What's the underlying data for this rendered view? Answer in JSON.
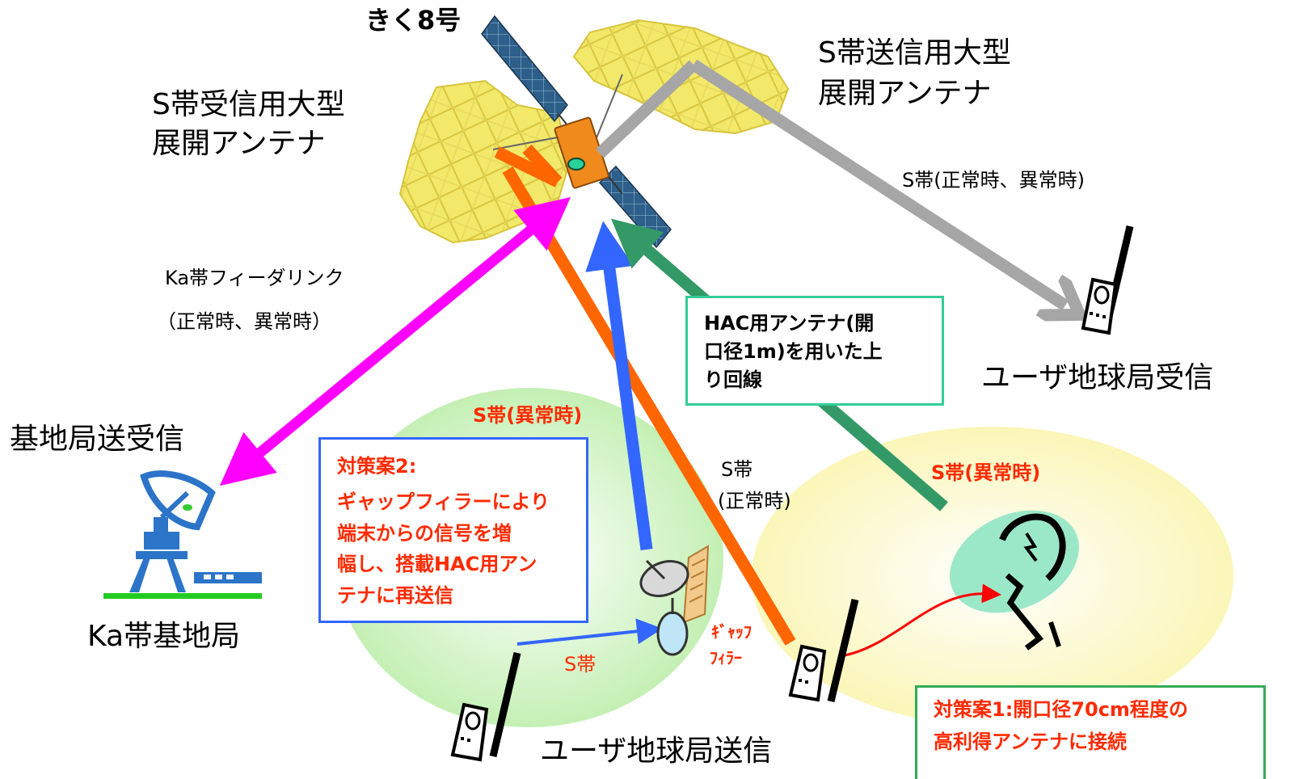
{
  "labels": {
    "satellite_name": "きく8号",
    "rx_antenna_line1": "S帯受信用大型",
    "rx_antenna_line2": "展開アンテナ",
    "tx_antenna_line1": "S帯送信用大型",
    "tx_antenna_line2": "展開アンテナ",
    "downlink": "S帯(正常時、異常時)",
    "feeder_line1": "Ka帯フィーダリンク",
    "feeder_line2": "（正常時、異常時）",
    "user_rx": "ユーザ地球局受信",
    "base_tx_rx": "基地局送受信",
    "ka_base": "Ka帯基地局",
    "user_tx": "ユーザ地球局送信",
    "s_band_abnormal_left": "S帯(異常時)",
    "s_band_abnormal_right": "S帯(異常時)",
    "s_band_normal_line1": "S帯",
    "s_band_normal_line2": "(正常時)",
    "s_band_small": "S帯",
    "gap_filler_line1": "ｷﾞｬｯﾌ",
    "gap_filler_line2": "ﾌｨﾗｰ"
  },
  "boxes": {
    "hac": {
      "line1": "HAC用アンテナ(開",
      "line2": "口径1m)を用いた上",
      "line3": "り回線"
    },
    "measure2": {
      "line1": "対策案2:",
      "line2": "ギャップフィラーにより",
      "line3": "端末からの信号を増",
      "line4": "幅し、搭載HAC用アン",
      "line5": "テナに再送信"
    },
    "measure1": {
      "line1": "対策案1:開口径70cm程度の",
      "line2": "高利得アンテナに接続"
    }
  },
  "colors": {
    "feeder_link": "#ff00ff",
    "downlink": "#a6a6a6",
    "s_band_normal": "#ff6600",
    "gap_filler_uplink": "#3366ff",
    "hac_uplink": "#339966",
    "hac_box_border": "#33cc99",
    "measure2_border": "#3366ff",
    "measure1_border": "#33aa55",
    "measure_text": "#ff2a00"
  }
}
